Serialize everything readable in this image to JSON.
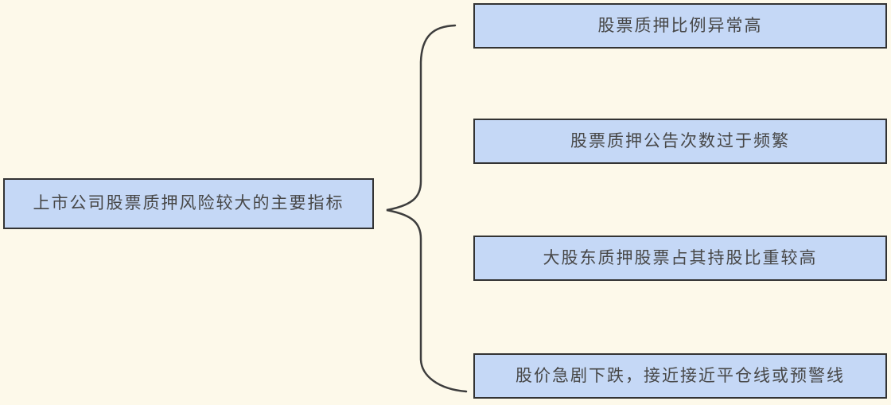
{
  "diagram": {
    "root": {
      "label": "上市公司股票质押风险较大的主要指标"
    },
    "branches": [
      {
        "label": "股票质押比例异常高"
      },
      {
        "label": "股票质押公告次数过于频繁"
      },
      {
        "label": "大股东质押股票占其持股比重较高"
      },
      {
        "label": "股价急剧下跌，接近接近平仓线或预警线"
      }
    ],
    "connector": "curly-brace",
    "colors": {
      "background": "#fdf9ea",
      "box_fill": "#c5d8f6",
      "box_border": "#333333",
      "brace_stroke": "#3d3d3d",
      "text": "#474747"
    }
  }
}
